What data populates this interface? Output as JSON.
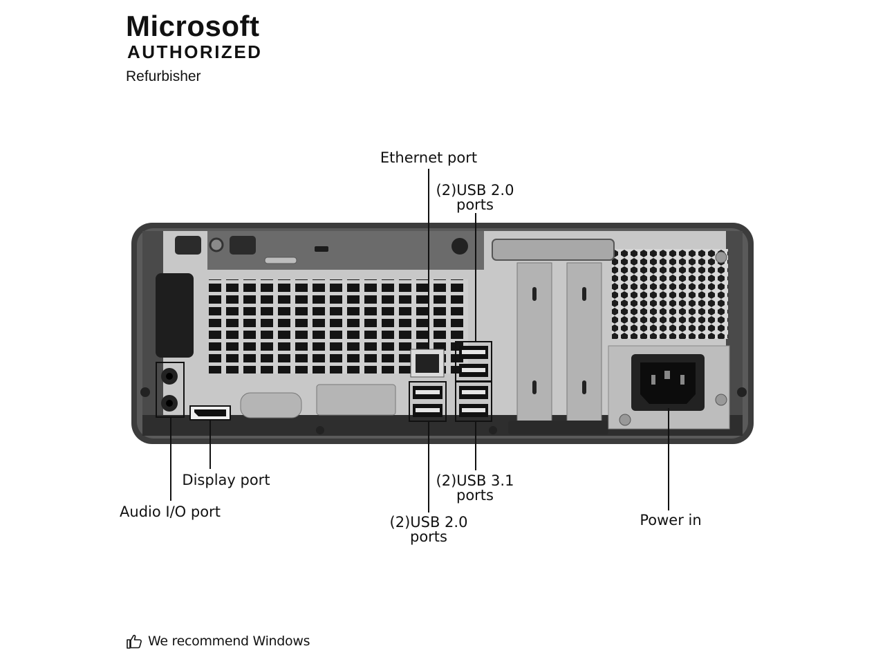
{
  "brand": {
    "title": "Microsoft",
    "subtitle": "AUTHORIZED",
    "tagline": "Refurbisher"
  },
  "labels": {
    "ethernet": "Ethernet port",
    "usb20_top_line1": "(2)USB 2.0",
    "usb20_top_line2": "ports",
    "display": "Display port",
    "audio": "Audio I/O port",
    "usb20_bottom_line1": "(2)USB 2.0",
    "usb20_bottom_line2": "ports",
    "usb31_line1": "(2)USB 3.1",
    "usb31_line2": "ports",
    "power": "Power in"
  },
  "footer": {
    "text": "We recommend Windows",
    "icon": "thumbs-up-icon"
  },
  "colors": {
    "chassis_dark": "#3a3a3a",
    "panel_silver": "#c9c9c9",
    "port_black": "#111111"
  }
}
